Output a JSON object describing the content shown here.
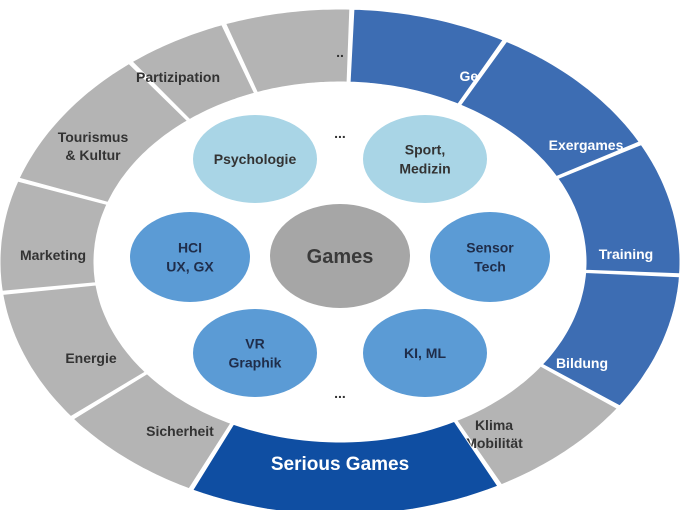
{
  "colors": {
    "gray": "#b4b4b4",
    "blue": "#3d6db3",
    "dark_blue": "#0f4ea2",
    "light_blue": "#a9d5e6",
    "mid_blue": "#5b9bd5",
    "center_gray": "#a6a6a6",
    "text_dark": "#333333",
    "text_light": "#ffffff"
  },
  "outer_ring": [
    {
      "id": "gesundheit",
      "label": "Gesundheit",
      "style": "blue"
    },
    {
      "id": "exergames",
      "label": "Exergames",
      "style": "blue"
    },
    {
      "id": "training",
      "label": "Training",
      "style": "blue"
    },
    {
      "id": "bildung",
      "label": "Bildung",
      "style": "blue"
    },
    {
      "id": "klima",
      "label": "Klima\nMobilität",
      "style": "gray"
    },
    {
      "id": "serious-games",
      "label": "Serious Games",
      "style": "dark"
    },
    {
      "id": "sicherheit",
      "label": "Sicherheit",
      "style": "gray"
    },
    {
      "id": "energie",
      "label": "Energie",
      "style": "gray"
    },
    {
      "id": "marketing",
      "label": "Marketing",
      "style": "gray"
    },
    {
      "id": "tourismus",
      "label": "Tourismus\n& Kultur",
      "style": "gray"
    },
    {
      "id": "partizipation",
      "label": "Partizipation",
      "style": "gray"
    },
    {
      "id": "more-top",
      "label": "..",
      "style": "gray"
    }
  ],
  "inner_nodes": [
    {
      "id": "psychologie",
      "label": "Psychologie",
      "style": "light"
    },
    {
      "id": "sport-medizin",
      "label": "Sport,\nMedizin",
      "style": "light"
    },
    {
      "id": "hci",
      "label": "HCI\nUX, GX",
      "style": "mid"
    },
    {
      "id": "sensor-tech",
      "label": "Sensor\nTech",
      "style": "mid"
    },
    {
      "id": "vr-graphik",
      "label": "VR\nGraphik",
      "style": "mid"
    },
    {
      "id": "ki-ml",
      "label": "KI, ML",
      "style": "mid"
    }
  ],
  "center": {
    "label": "Games"
  },
  "ellipsis_top": "...",
  "ellipsis_bottom": "..."
}
